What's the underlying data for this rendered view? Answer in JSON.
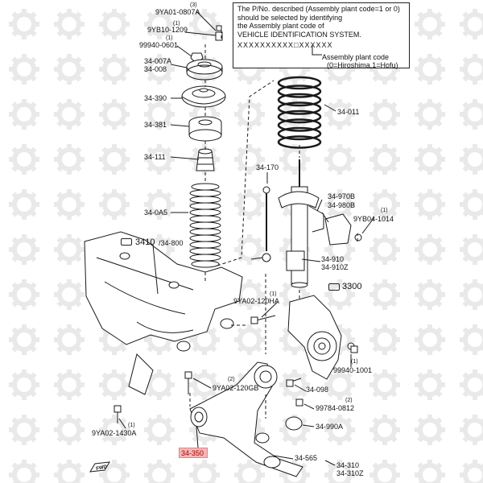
{
  "note": {
    "line1": "The P/No. described (Assembly plant code=1 or 0)",
    "line2": "should be selected by identifying",
    "line3": "the Assembly plant code of",
    "line4": "VEHICLE IDENTIFICATION SYSTEM.",
    "vin": "XXXXXXXXXX□XXXXXX",
    "plant_label": "Assembly plant code",
    "plant_values": "(0=Hiroshima,1=Hofu)"
  },
  "parts": {
    "p_9ya01_0807a": "9YA01-0807A",
    "p_9yb10_1209": "9YB10-1209",
    "p_99940_0601": "99940-0601",
    "p_34_007a": "34-007A",
    "p_34_008": "34-008",
    "p_34_390": "34-390",
    "p_34_381": "34-381",
    "p_34_111": "34-111",
    "p_34_0a5": "34-0A5",
    "p_34_011": "34-011",
    "p_34_170": "34-170",
    "p_34_970b": "34-970B",
    "p_34_980b": "34-980B",
    "p_9yb04_1014": "9YB04-1014",
    "p_34_910": "34-910",
    "p_34_910z": "34-910Z",
    "p_3410": "3410",
    "p_34_800": "/34-800",
    "p_3300": "3300",
    "p_9ya02_120ha": "9YA02-120HA",
    "p_99940_1001": "99940-1001",
    "p_34_098": "34-098",
    "p_9ya02_120gb": "9YA02-120GB",
    "p_99784_0812": "99784-0812",
    "p_34_990a": "34-990A",
    "p_9ya02_1430a": "9YA02-1430A",
    "p_34_350": "34-350",
    "p_34_565": "34-565",
    "p_34_310": "34-310",
    "p_34_310z": "34-310Z"
  },
  "qty": {
    "q3": "(3)",
    "q1": "(1)",
    "q2": "(2)"
  },
  "fwd": "FWD",
  "colors": {
    "line": "#1a1a1a",
    "highlight": "#f4b7b7",
    "highlight_text": "#b00000",
    "watermark": "#e9e9e9"
  }
}
